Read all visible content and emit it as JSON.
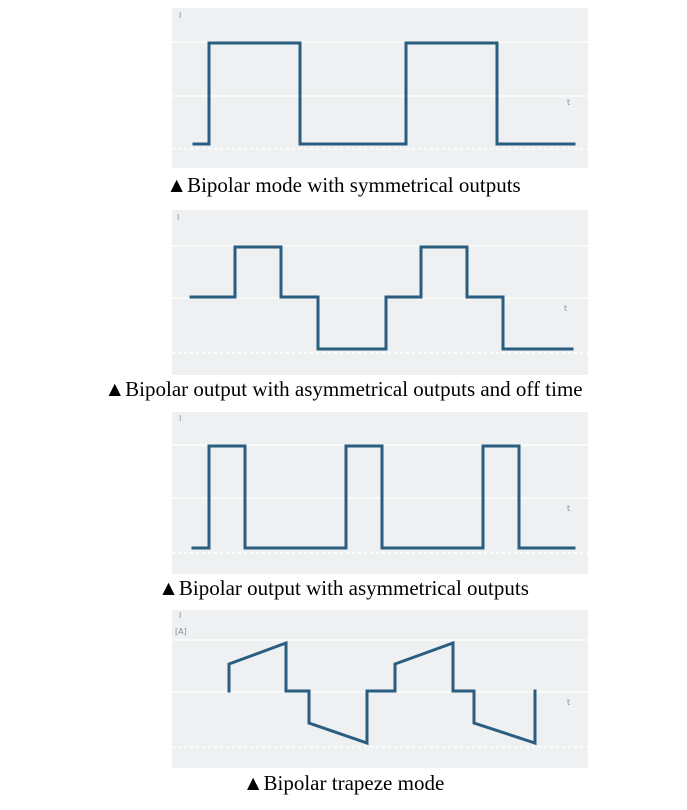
{
  "colors": {
    "wave": "#2a5d80",
    "panel": "#eef0f2"
  },
  "panels": [
    {
      "caption": "▲Bipolar mode with symmetrical outputs",
      "y_label": "I",
      "x_label": "t"
    },
    {
      "caption": "▲Bipolar output with asymmetrical outputs and off time",
      "y_label": "I",
      "x_label": "t"
    },
    {
      "caption": "▲Bipolar output with asymmetrical outputs",
      "y_label": "I",
      "x_label": "t"
    },
    {
      "caption": "▲Bipolar trapeze mode",
      "y_label": "I",
      "y_unit": "[A]",
      "x_label": "t"
    }
  ]
}
